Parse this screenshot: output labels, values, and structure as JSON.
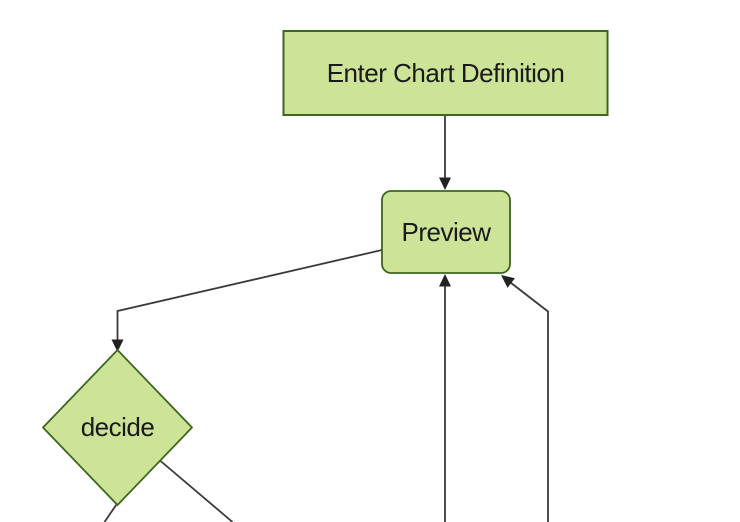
{
  "diagram": {
    "type": "flowchart",
    "orientation": "top-down"
  },
  "colors": {
    "background": "#ffffff",
    "node_fill": "#cde498",
    "node_border": "#3d661f",
    "edge_line": "#3a3a3a",
    "arrowhead": "#222222",
    "label_text": "#1a1a1a"
  },
  "nodes": {
    "enter_chart_definition": {
      "label": "Enter Chart Definition",
      "shape": "rectangle"
    },
    "preview": {
      "label": "Preview",
      "shape": "rounded-rectangle"
    },
    "decide": {
      "label": "decide",
      "shape": "diamond"
    }
  },
  "edges": [
    {
      "id": "e1",
      "from": "enter_chart_definition",
      "to": "preview",
      "arrowhead_visible": true
    },
    {
      "id": "e2",
      "from": "preview",
      "to": "decide",
      "arrowhead_visible": true
    },
    {
      "id": "e3",
      "from": "offscreen-bottom",
      "to": "preview",
      "arrowhead_visible": true
    },
    {
      "id": "e4",
      "from": "offscreen-bottom",
      "to": "preview",
      "arrowhead_visible": true
    },
    {
      "id": "e5",
      "from": "decide",
      "to": "offscreen-bottom-left",
      "arrowhead_visible": false
    },
    {
      "id": "e6",
      "from": "decide",
      "to": "offscreen-bottom-right",
      "arrowhead_visible": false
    }
  ]
}
